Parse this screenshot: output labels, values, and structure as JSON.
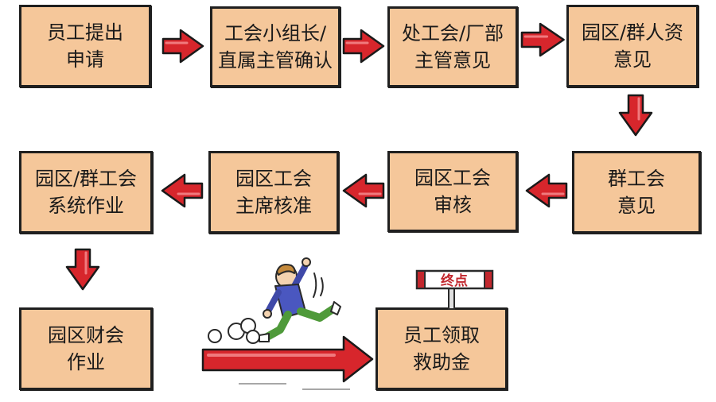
{
  "colors": {
    "box_fill": "#f5c79a",
    "box_border": "#1f1f1f",
    "arrow_fill": "#d7262c",
    "sign_text": "#c2272d"
  },
  "steps": [
    {
      "line1": "员工提出",
      "line2": "申请"
    },
    {
      "line1": "工会小组长/",
      "line2": "直属主管确认"
    },
    {
      "line1": "处工会/厂部",
      "line2": "主管意见"
    },
    {
      "line1": "园区/群人资",
      "line2": "意见"
    },
    {
      "line1": "群工会",
      "line2": "意见"
    },
    {
      "line1": "园区工会",
      "line2": "审核"
    },
    {
      "line1": "园区工会",
      "line2": "主席核准"
    },
    {
      "line1": "园区/群工会",
      "line2": "系统作业"
    },
    {
      "line1": "园区财会",
      "line2": "作业"
    },
    {
      "line1": "员工领取",
      "line2": "救助金"
    }
  ],
  "finish_sign": {
    "text": "终点"
  },
  "icons": {
    "arrow": "red-arrow-icon",
    "runner": "running-man-icon",
    "dust": "dust-cloud-icon",
    "sign": "finish-sign-icon"
  }
}
